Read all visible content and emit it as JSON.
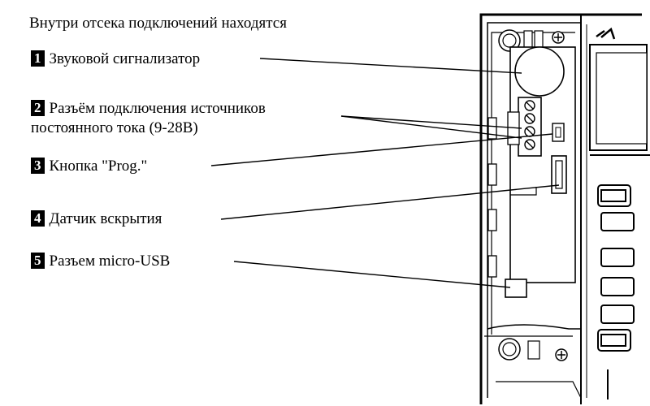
{
  "heading": "Внутри отсека подключений находятся",
  "callouts": [
    {
      "number": "1",
      "text": "Звуковой сигнализатор"
    },
    {
      "number": "2",
      "text": "Разъём подключения источников",
      "text2": "постоянного тока (9-28В)"
    },
    {
      "number": "3",
      "text": "Кнопка \"Prog.\""
    },
    {
      "number": "4",
      "text": "Датчик вскрытия"
    },
    {
      "number": "5",
      "text": "Разъем micro-USB"
    }
  ],
  "colors": {
    "line": "#000000",
    "fill": "#ffffff",
    "shade": "#e6e6e6",
    "badge": "#000000"
  }
}
